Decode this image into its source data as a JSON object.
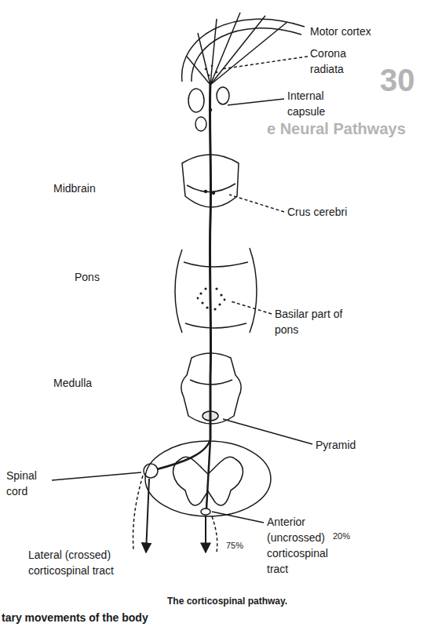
{
  "diagram": {
    "caption": "The corticospinal pathway.",
    "labels": [
      "30",
      "e Neural Pathways",
      "Motor cortex",
      "Corona radiata",
      "Internal capsule",
      "Midbrain",
      "Crus cerebri",
      "Pons",
      "Basilar part of pons",
      "Medulla",
      "Pyramid",
      "Spinal cord",
      "Anterior (uncrossed) corticospinal tract",
      "20%",
      "75%",
      "Lateral (crossed) corticospinal tract",
      "tary movements of the body"
    ]
  }
}
